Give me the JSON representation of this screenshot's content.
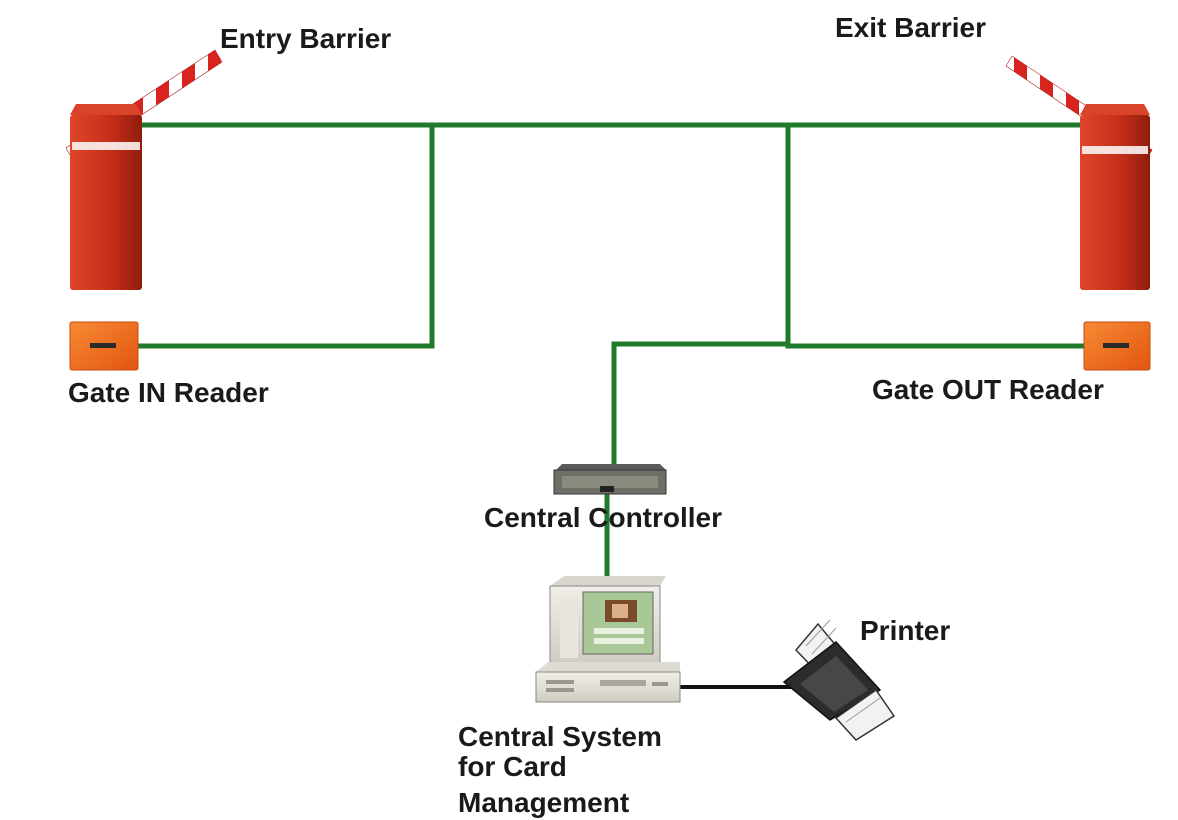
{
  "labels": {
    "entry_barrier": "Entry Barrier",
    "exit_barrier": "Exit Barrier",
    "gate_in_reader": "Gate IN Reader",
    "gate_out_reader": "Gate OUT Reader",
    "central_controller": "Central Controller",
    "printer": "Printer",
    "central_system_line1": "Central System",
    "central_system_line2": "for Card",
    "central_system_line3": "Management"
  },
  "colors": {
    "network_wire": "#1f7a2b",
    "printer_cable": "#111111",
    "barrier_body": "#c8321d",
    "reader_body": "#ee6a18",
    "arm_stripe_red": "#d8231f",
    "arm_stripe_white": "#ffffff"
  },
  "icons": {
    "entry_barrier": "barrier-gate-icon",
    "exit_barrier": "barrier-gate-icon",
    "gate_in_reader": "card-reader-icon",
    "gate_out_reader": "card-reader-icon",
    "central_controller": "controller-unit-icon",
    "central_system": "desktop-computer-icon",
    "printer": "printer-icon"
  }
}
